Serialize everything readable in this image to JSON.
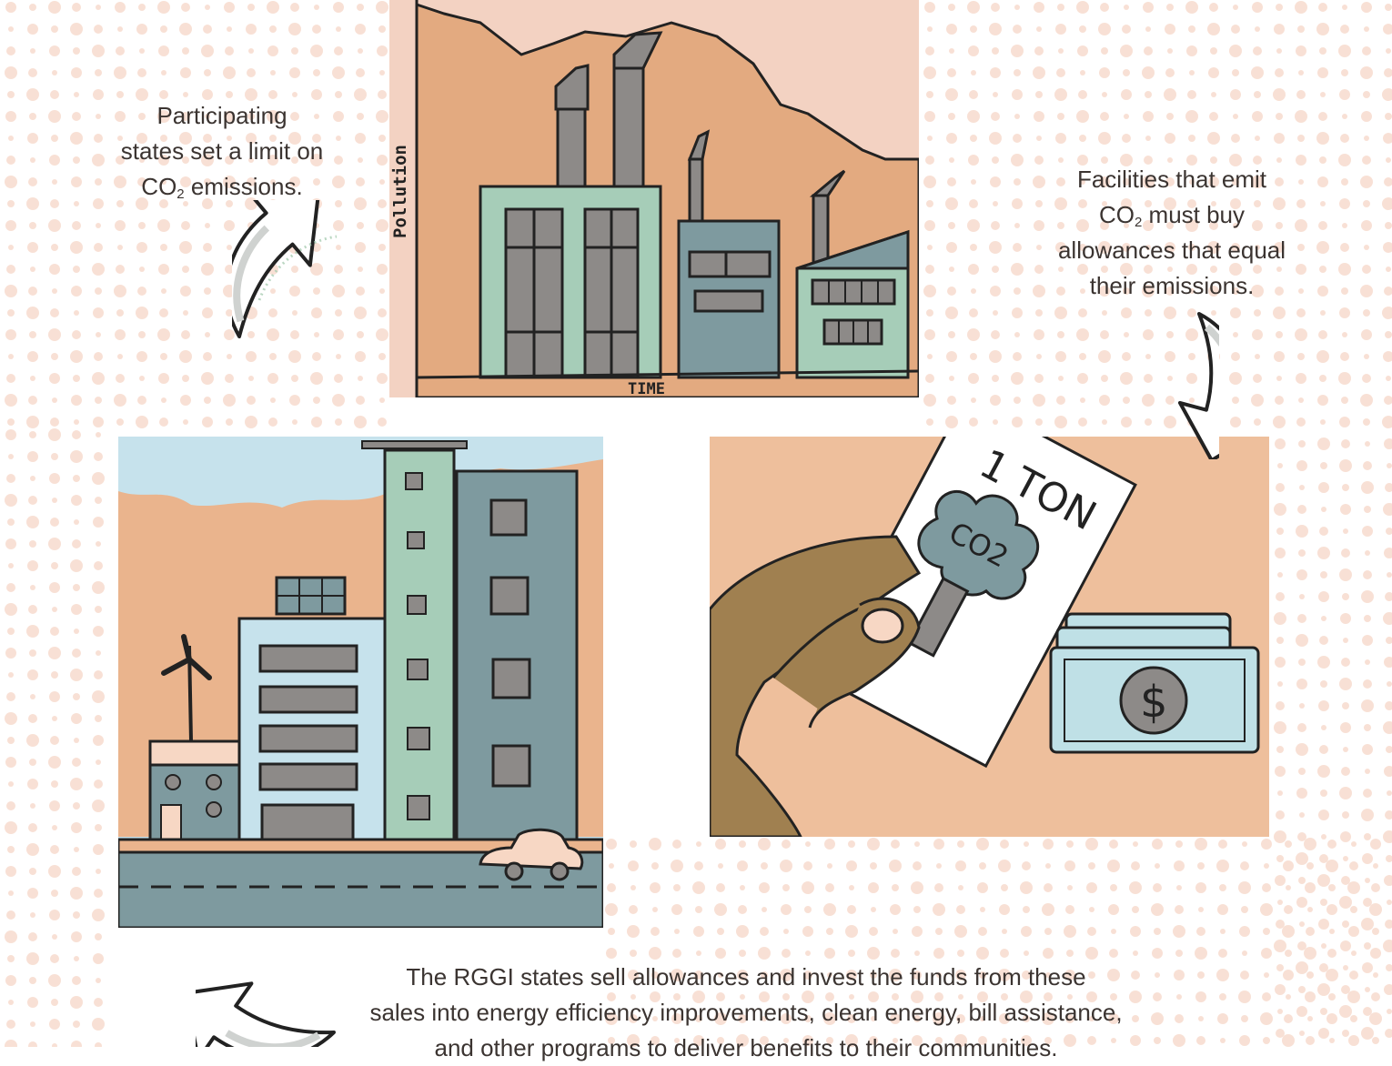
{
  "captions": {
    "cap_limit": {
      "line1": "Participating",
      "line2": "states set a limit on",
      "line3_pre": "CO",
      "line3_sub": "2",
      "line3_post": " emissions."
    },
    "cap_facilities": {
      "line1": "Facilities that emit",
      "line2_pre": "CO",
      "line2_sub": "2",
      "line2_post": " must buy",
      "line3": "allowances that equal",
      "line4": "their emissions."
    },
    "cap_rggi": {
      "line1": "The RGGI states sell allowances and invest the funds from these",
      "line2": "sales into energy efficiency improvements, clean energy, bill assistance,",
      "line3": "and other programs to deliver benefits to their communities."
    }
  },
  "panel_pollution": {
    "y_axis_label": "Pollution",
    "x_axis_label": "TIME"
  },
  "panel_allowance": {
    "ticket_text": "1 TON",
    "cloud_text": "CO2",
    "bill_symbol": "$"
  },
  "icons": {
    "arrow1": "curved-arrow-icon",
    "arrow2": "curved-arrow-icon",
    "arrow3": "curved-arrow-icon"
  },
  "colors": {
    "sky_pink": "#f3d2c2",
    "mountain": "#e3aa80",
    "building_green": "#a6cdb8",
    "building_slate": "#7e9a9f",
    "window_gray": "#8d8a88",
    "sky_blue": "#c6e2ec",
    "ground": "#eab48d",
    "road": "#7e9a9f",
    "money_green": "#bfe0e6",
    "skin": "#a08050",
    "dot_color": "#f1c5b1"
  }
}
